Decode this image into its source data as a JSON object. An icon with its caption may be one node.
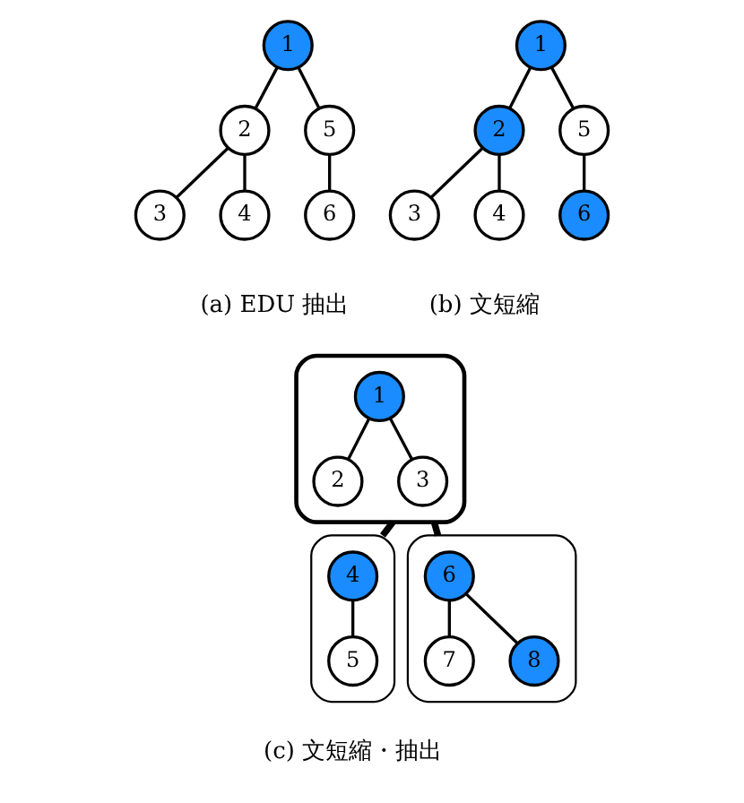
{
  "diagram": {
    "nodes": [
      {
        "text": [
          "1"
        ]
      },
      {
        "text": [
          "2"
        ]
      },
      {
        "text": [
          "5"
        ]
      },
      {
        "text": [
          "3"
        ]
      },
      {
        "text": [
          "4"
        ]
      },
      {
        "text": [
          "6"
        ]
      },
      {
        "text": [
          "1"
        ]
      },
      {
        "text": [
          "2"
        ]
      },
      {
        "text": [
          "5"
        ]
      },
      {
        "text": [
          "3"
        ]
      },
      {
        "text": [
          "4"
        ]
      },
      {
        "text": [
          "6"
        ]
      },
      {
        "text": [],
        "shape": "box"
      },
      {
        "text": [
          "1"
        ],
        "in": 12
      },
      {
        "text": [
          "2"
        ],
        "in": 12
      },
      {
        "text": [
          "3"
        ],
        "in": 12
      },
      {
        "text": [],
        "shape": "box"
      },
      {
        "text": [
          "4"
        ],
        "in": 16
      },
      {
        "text": [
          "5"
        ],
        "in": 16
      },
      {
        "text": [],
        "shape": "box"
      },
      {
        "text": [
          "6"
        ],
        "in": 19
      },
      {
        "text": [
          "7"
        ],
        "in": 19
      },
      {
        "text": [
          "8"
        ],
        "in": 19
      }
    ],
    "edges": [
      {
        "from": 0,
        "to": 1,
        "arrow": "none"
      },
      {
        "from": 0,
        "to": 2,
        "arrow": "none"
      },
      {
        "from": 1,
        "to": 3,
        "arrow": "none"
      },
      {
        "from": 1,
        "to": 4,
        "arrow": "none"
      },
      {
        "from": 2,
        "to": 5,
        "arrow": "none"
      },
      {
        "from": 6,
        "to": 7,
        "arrow": "none"
      },
      {
        "from": 6,
        "to": 8,
        "arrow": "none"
      },
      {
        "from": 7,
        "to": 9,
        "arrow": "none"
      },
      {
        "from": 7,
        "to": 10,
        "arrow": "none"
      },
      {
        "from": 8,
        "to": 11,
        "arrow": "none"
      },
      {
        "from": 13,
        "to": 14,
        "arrow": "none"
      },
      {
        "from": 13,
        "to": 15,
        "arrow": "none"
      },
      {
        "from": 12,
        "to": 16,
        "arrow": "none",
        "style": "thick"
      },
      {
        "from": 12,
        "to": 19,
        "arrow": "none",
        "style": "thick"
      },
      {
        "from": 17,
        "to": 18,
        "arrow": "none"
      },
      {
        "from": 20,
        "to": 21,
        "arrow": "none"
      },
      {
        "from": 20,
        "to": 22,
        "arrow": "none"
      }
    ],
    "labels": [
      "(a) EDU 抽出",
      "(b) 文短縮",
      "(c) 文短縮・抽出"
    ]
  }
}
